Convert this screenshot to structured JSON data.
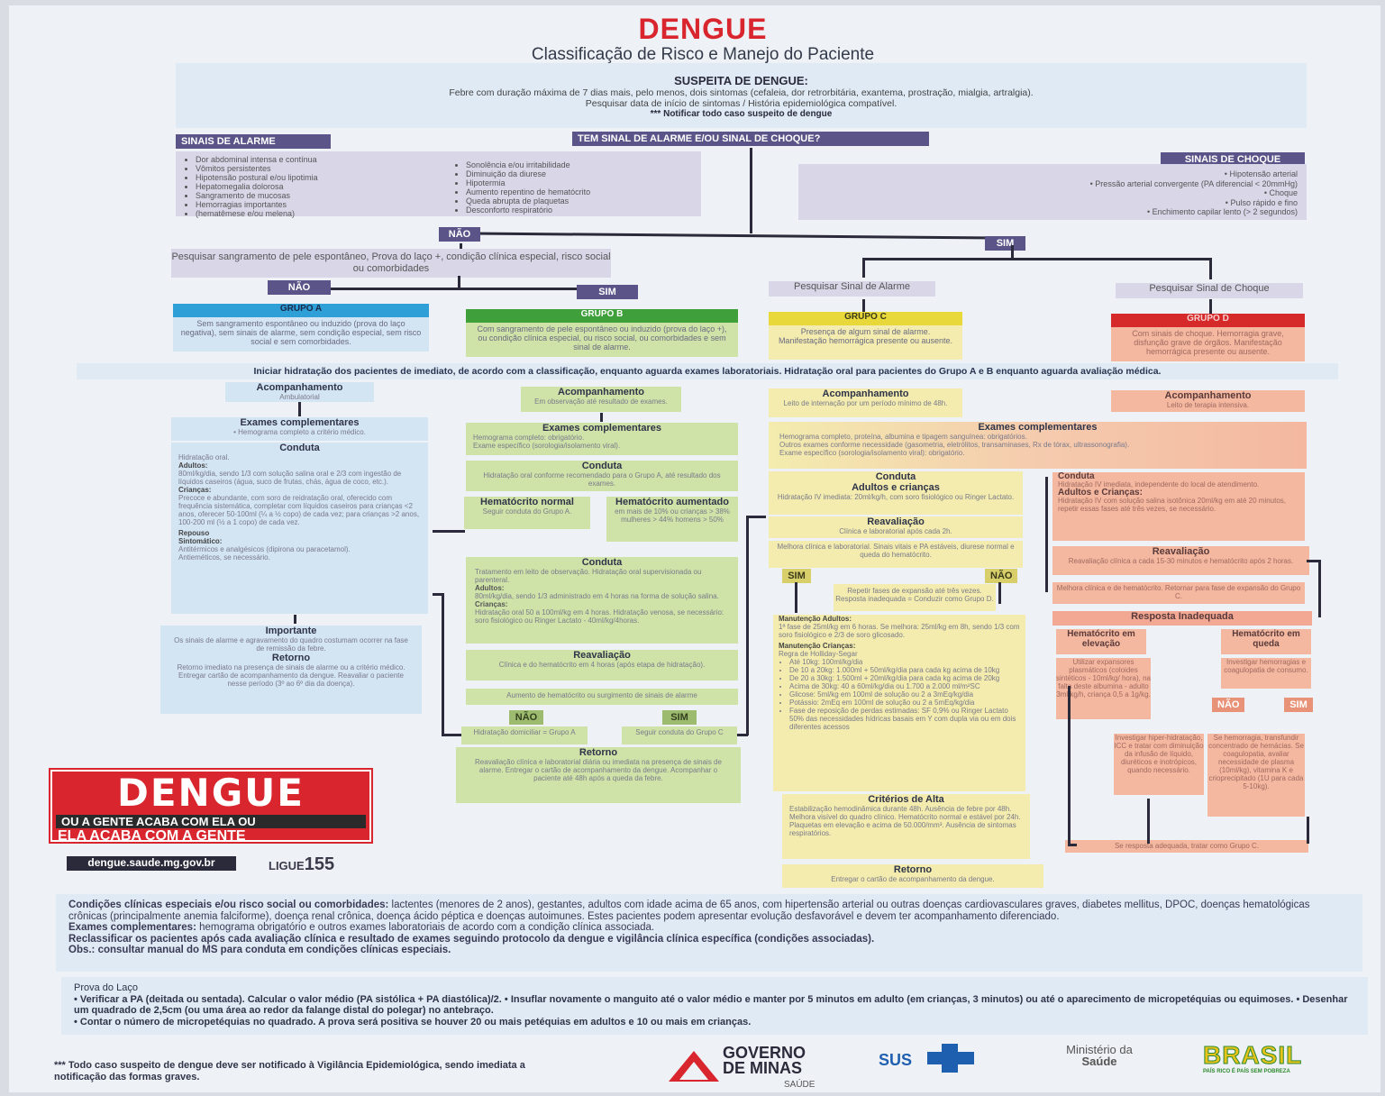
{
  "header": {
    "title": "DENGUE",
    "subtitle": "Classificação de Risco e Manejo do Paciente"
  },
  "suspeita": {
    "title": "SUSPEITA DE DENGUE:",
    "line1": "Febre com duração máxima de 7 dias mais, pelo menos, dois sintomas (cefaleia, dor retrorbitária, exantema, prostração, mialgia, artralgia).",
    "line2": "Pesquisar data de início de sintomas / História epidemiológica compatível.",
    "line3": "*** Notificar todo caso suspeito de dengue"
  },
  "alarme": {
    "label": "SINAIS DE ALARME",
    "col1": [
      "Dor abdominal intensa e contínua",
      "Vômitos persistentes",
      "Hipotensão postural e/ou lipotimia",
      "Hepatomegalia dolorosa",
      "Sangramento de mucosas",
      "Hemorragias importantes",
      "(hematêmese e/ou melena)"
    ],
    "col2": [
      "Sonolência e/ou irritabilidade",
      "Diminuição da diurese",
      "Hipotermia",
      "Aumento repentino de hematócrito",
      "Queda abrupta de plaquetas",
      "Desconforto respiratório"
    ]
  },
  "question": "TEM SINAL DE ALARME E/OU SINAL DE CHOQUE?",
  "choque": {
    "label": "SINAIS DE CHOQUE",
    "items": [
      "Hipotensão arterial",
      "Pressão arterial convergente (PA diferencial < 20mmHg)",
      "Choque",
      "Pulso rápido e fino",
      "Enchimento capilar lento (> 2 segundos)"
    ]
  },
  "nao": "NÃO",
  "sim": "SIM",
  "pesquisar": "Pesquisar sangramento de pele espontâneo, Prova do laço +, condição clínica especial, risco social ou comorbidades",
  "pesquisar_alarme": "Pesquisar Sinal de Alarme",
  "pesquisar_choque": "Pesquisar Sinal de Choque",
  "grupos": {
    "a": {
      "label": "GRUPO A",
      "text": "Sem sangramento espontâneo ou induzido (prova do laço negativa), sem sinais de alarme, sem condição especial, sem risco social e sem comorbidades."
    },
    "b": {
      "label": "GRUPO B",
      "text": "Com sangramento de pele espontâneo ou induzido (prova do laço +), ou condição clínica especial, ou risco social, ou comorbidades e sem sinal de alarme."
    },
    "c": {
      "label": "GRUPO C",
      "text": "Presença de algum sinal de alarme. Manifestação hemorrágica presente ou ausente."
    },
    "d": {
      "label": "GRUPO D",
      "text": "Com sinais de choque. Hemorragia grave, disfunção grave de órgãos. Manifestação hemorrágica presente ou ausente."
    }
  },
  "hidratacao": "Iniciar hidratação dos pacientes de imediato, de acordo com a classificação, enquanto aguarda exames laboratoriais. Hidratação oral para pacientes do Grupo A e B enquanto aguarda avaliação médica.",
  "colA": {
    "acomp": "Acompanhamento",
    "acomp_sub": "Ambulatorial",
    "exames": "Exames complementares",
    "exames_sub": "• Hemograma completo a critério médico.",
    "conduta": "Conduta",
    "conduta_text": "Hidratação oral.",
    "adultos": "Adultos:",
    "adultos_text": "80ml/kg/dia, sendo 1/3 com solução salina oral e 2/3 com ingestão de líquidos caseiros (água, suco de frutas, chás, água de coco, etc.).",
    "criancas": "Crianças:",
    "criancas_text": "Precoce e abundante, com soro de reidratação oral, oferecido com frequência sistemática, completar com líquidos caseiros para crianças <2 anos, oferecer 50-100ml (¼ a ½ copo) de cada vez; para crianças >2 anos, 100-200 ml (½ a 1 copo) de cada vez.",
    "repouso": "Repouso",
    "sintomatico": "Sintomático:",
    "sint1": "Antitérmicos e analgésicos (dipirona ou paracetamol).",
    "sint2": "Antieméticos, se necessário.",
    "importante": "Importante",
    "importante_text": "Os sinais de alarme e agravamento do quadro costumam ocorrer na fase de remissão da febre.",
    "retorno": "Retorno",
    "retorno_text": "Retorno imediato na presença de sinais de alarme ou a critério médico. Entregar cartão de acompanhamento da dengue. Reavaliar o paciente nesse período (3º ao 6º dia da doença)."
  },
  "colB": {
    "acomp": "Acompanhamento",
    "acomp_sub": "Em observação até resultado de exames.",
    "exames": "Exames complementares",
    "ex1": "Hemograma completo: obrigatório.",
    "ex2": "Exame específico (sorologia/isolamento viral).",
    "conduta": "Conduta",
    "conduta_text": "Hidratação oral conforme recomendado para o Grupo A, até resultado dos exames.",
    "ht_normal": "Hematócrito normal",
    "ht_normal_sub": "Seguir conduta do Grupo A.",
    "ht_aum": "Hematócrito aumentado",
    "ht_aum_sub": "em mais de 10% ou crianças > 38% mulheres > 44% homens > 50%",
    "conduta2": "Conduta",
    "conduta2_text": "Tratamento em leito de observação. Hidratação oral supervisionada ou parenteral.",
    "adultos": "Adultos:",
    "adultos_text": "80ml/kg/dia, sendo 1/3 administrado em 4 horas na forma de solução salina.",
    "criancas": "Crianças:",
    "criancas_text": "Hidratação oral 50 a 100ml/kg em 4 horas. Hidratação venosa, se necessário: soro fisiológico ou Ringer Lactato - 40ml/kg/4horas.",
    "reavaliacao": "Reavaliação",
    "reav_text": "Clínica e do hematócrito em 4 horas (após etapa de hidratação).",
    "aumento": "Aumento de hematócrito ou surgimento de sinais de alarme",
    "hid_dom": "Hidratação domiciliar = Grupo A",
    "seguir_c": "Seguir conduta do Grupo C",
    "retorno": "Retorno",
    "retorno_text": "Reavaliação clínica e laboratorial diária ou imediata na presença de sinais de alarme. Entregar o cartão de acompanhamento da dengue. Acompanhar o paciente até 48h após a queda da febre."
  },
  "colC": {
    "acomp": "Acompanhamento",
    "acomp_sub": "Leito de internação por um período mínimo de 48h.",
    "conduta": "Conduta",
    "adultos_criancas": "Adultos e crianças",
    "conduta_text": "Hidratação IV imediata: 20ml/kg/h, com soro fisiológico ou Ringer Lactato.",
    "reavaliacao": "Reavaliação",
    "reav_text": "Clínica e laboratorial após cada 2h.",
    "melhora": "Melhora clínica e laboratorial. Sinais vitais e PA estáveis, diurese normal e queda do hematócrito.",
    "repetir": "Repetir fases de expansão até três vezes. Resposta inadequada = Conduzir como Grupo D.",
    "manut_adultos": "Manutenção Adultos:",
    "manut_adultos_text": "1ª fase de 25ml/kg em 6 horas. Se melhora: 25ml/kg em 8h, sendo 1/3 com soro fisiológico e 2/3 de soro glicosado.",
    "manut_criancas": "Manutenção Crianças:",
    "manut_criancas_text": "Regra de Holliday-Segar",
    "manut_list": [
      "Até 10kg: 100ml/kg/dia",
      "De 10 a 20kg: 1.000ml + 50ml/kg/dia para cada kg acima de 10kg",
      "De 20 a 30kg: 1.500ml + 20ml/kg/dia para cada kg acima de 20kg",
      "Acima de 30kg: 40 a 60ml/kg/dia ou 1.700 a 2.000 ml/m²SC",
      "Glicose: 5ml/kg em 100ml de solução ou 2 a 3mEq/kg/dia",
      "Potássio: 2mEq em 100ml de solução ou 2 a 5mEq/kg/dia",
      "Fase de reposição de perdas estimadas: SF 0,9% ou Ringer Lactato 50% das necessidades hídricas basais em Y com dupla via ou em dois diferentes acessos"
    ],
    "criterios": "Critérios de Alta",
    "criterios_text": "Estabilização hemodinâmica durante 48h. Ausência de febre por 48h. Melhora visível do quadro clínico. Hematócrito normal e estável por 24h. Plaquetas em elevação e acima de 50.000/mm³. Ausência de sintomas respiratórios.",
    "retorno": "Retorno",
    "retorno_text": "Entregar o cartão de acompanhamento da dengue."
  },
  "exames_cd": {
    "title": "Exames complementares",
    "l1": "Hemograma completo, proteína, albumina e tipagem sanguínea: obrigatórios.",
    "l2": "Outros exames conforme necessidade (gasometria, eletrólitos, transaminases, Rx de tórax, ultrassonografia).",
    "l3": "Exame específico (sorologia/isolamento viral): obrigatório."
  },
  "colD": {
    "acomp": "Acompanhamento",
    "acomp_sub": "Leito de terapia intensiva.",
    "conduta": "Conduta",
    "conduta_text": "Hidratação IV imediata, independente do local de atendimento.",
    "adultos_criancas": "Adultos e Crianças:",
    "ac_text": "Hidratação IV com solução salina isotônica 20ml/kg em até 20 minutos, repetir essas fases até três vezes, se necessário.",
    "reavaliacao": "Reavaliação",
    "reav_text": "Reavaliação clínica a cada 15-30 minutos e hematócrito após 2 horas.",
    "melhora": "Melhora clínica e de hematócrito. Retornar para fase de expansão do Grupo C.",
    "resposta": "Resposta Inadequada",
    "ht_elev": "Hematócrito em elevação",
    "ht_elev_text": "Utilizar expansores plasmáticos (coloides sintéticos - 10ml/kg/ hora), na falta deste albumina - adulto 3ml/kg/h, criança 0,5 a 1g/kg.",
    "ht_queda": "Hematócrito em queda",
    "ht_queda_text": "Investigar hemorragias e coagulopatia de consumo.",
    "nao_text": "Investigar hiper-hidratação, ICC e tratar com diminuição da infusão de líquido, diuréticos e inotrópicos, quando necessário.",
    "sim_text": "Se hemorragia, transfundir concentrado de hemácias. Se coagulopatia, avaliar necessidade de plasma (10ml/kg), vitamina K e crioprecipitado (1U para cada 5-10kg).",
    "final": "Se resposta adequada, tratar como Grupo C."
  },
  "campaign": {
    "word": "DENGUE",
    "line1": "OU A GENTE ACABA COM ELA OU",
    "line2": "ELA ACABA COM A GENTE",
    "url": "dengue.saude.mg.gov.br",
    "ligue": "LIGUE",
    "ligue_num": "155"
  },
  "footer": {
    "cond_label": "Condições clínicas especiais e/ou risco social ou comorbidades:",
    "cond_text": "lactentes (menores de 2 anos), gestantes, adultos com idade acima de 65 anos, com hipertensão arterial ou outras doenças cardiovasculares graves, diabetes mellitus, DPOC, doenças hematológicas crônicas (principalmente anemia falciforme), doença renal crônica, doença ácido péptica e doenças autoimunes. Estes pacientes podem apresentar evolução desfavorável e devem ter acompanhamento diferenciado.",
    "exames_label": "Exames complementares:",
    "exames_text": "hemograma obrigatório e outros exames laboratoriais de acordo com a condição clínica associada.",
    "reclass": "Reclassificar os pacientes após cada avaliação clínica e resultado de exames seguindo protocolo da dengue e vigilância clínica específica (condições associadas).",
    "obs": "Obs.: consultar manual do MS para conduta em condições clínicas especiais.",
    "prova_title": "Prova do Laço",
    "prova1": "• Verificar a PA (deitada ou sentada). Calcular o valor médio (PA sistólica + PA diastólica)/2. • Insuflar novamente o manguito até o valor médio e manter por 5 minutos em adulto (em crianças, 3 minutos) ou até o aparecimento de micropetéquias ou equimoses. • Desenhar um quadrado de 2,5cm (ou uma área ao redor da falange distal do polegar) no antebraço.",
    "prova2": "• Contar o número de micropetéquias no quadrado. A prova será positiva se houver 20 ou mais petéquias em adultos e 10 ou mais em crianças.",
    "notif": "*** Todo caso suspeito de dengue deve ser notificado à Vigilância Epidemiológica, sendo imediata a notificação das formas graves."
  },
  "logos": {
    "governo1": "GOVERNO",
    "governo2": "DE MINAS",
    "saude": "SAÚDE",
    "sus": "SUS",
    "ministerio1": "Ministério da",
    "ministerio2": "Saúde",
    "brasil": "BRASIL",
    "brasil_sub": "PAÍS RICO É PAÍS SEM POBREZA"
  },
  "colors": {
    "red": "#d9262e",
    "purple": "#5b5489",
    "blue": "#2f9fd8",
    "green": "#3f9f3a",
    "yellow": "#e8d83a",
    "darkred": "#d62a2a"
  }
}
